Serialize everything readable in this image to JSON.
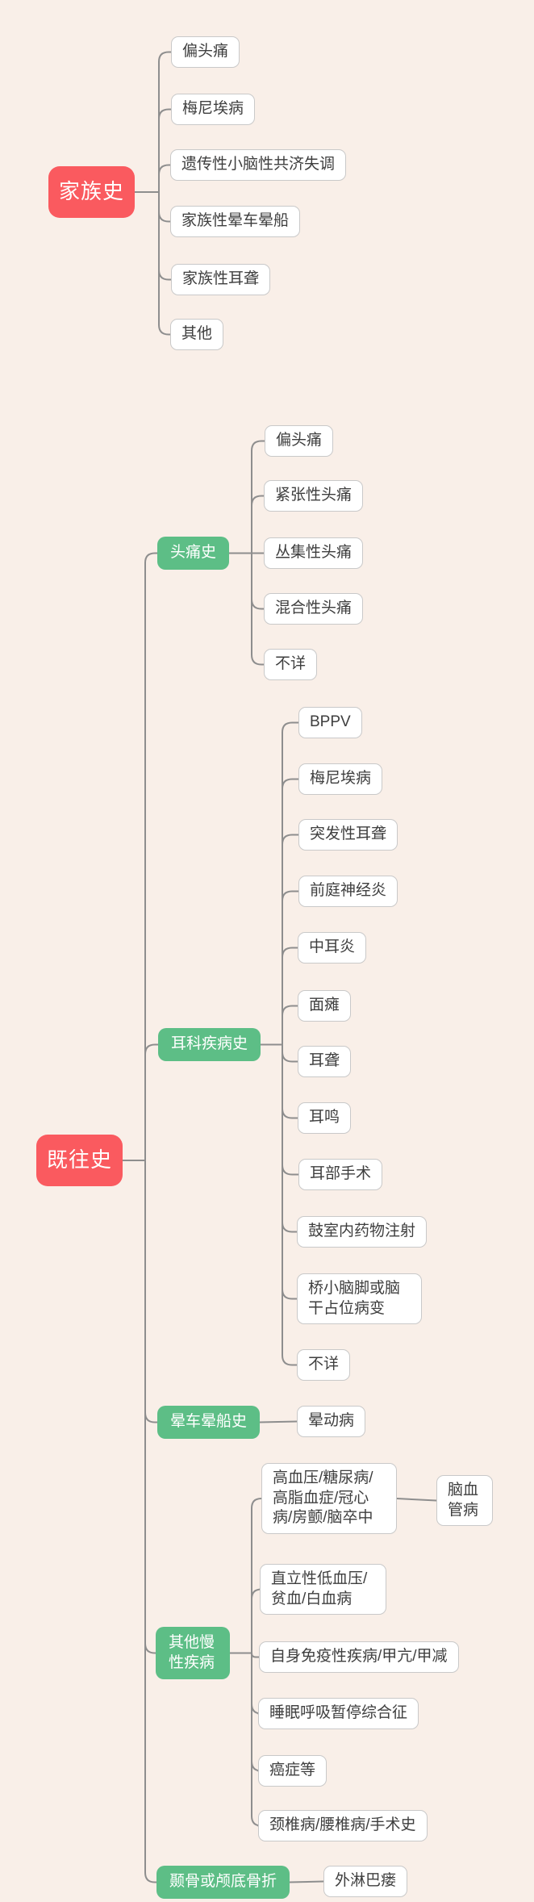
{
  "palette": {
    "canvas-bg": "#F9EFE8",
    "line-color": "#8E8E8E",
    "root-bg": "#FA5A5F",
    "root-text": "#FFFFFF",
    "branch-bg": "#5DBE86",
    "branch-text": "#FFFFFF",
    "leaf-bg": "#FFFFFF",
    "leaf-border": "#C9C9C9",
    "leaf-text": "#3E3E3E"
  },
  "family_history": {
    "label": "家族史",
    "children": [
      "偏头痛",
      "梅尼埃病",
      "遗传性小脑性共济失调",
      "家族性晕车晕船",
      "家族性耳聋",
      "其他"
    ]
  },
  "past_history": {
    "label": "既往史",
    "branches": [
      {
        "label": "头痛史",
        "children": [
          "偏头痛",
          "紧张性头痛",
          "丛集性头痛",
          "混合性头痛",
          "不详"
        ]
      },
      {
        "label": "耳科疾病史",
        "children": [
          "BPPV",
          "梅尼埃病",
          "突发性耳聋",
          "前庭神经炎",
          "中耳炎",
          "面瘫",
          "耳聋",
          "耳鸣",
          "耳部手术",
          "鼓室内药物注射",
          "桥小脑脚或脑干占位病变",
          "不详"
        ]
      },
      {
        "label": "晕车晕船史",
        "children": [
          "晕动病"
        ]
      },
      {
        "label": "其他慢性疾病",
        "children": [
          "高血压/糖尿病/高脂血症/冠心病/房颤/脑卒中",
          "直立性低血压/贫血/白血病",
          "自身免疫性疾病/甲亢/甲减",
          "睡眠呼吸暂停综合征",
          "癌症等",
          "颈椎病/腰椎病/手术史"
        ],
        "cerebrovascular": "脑血管病"
      },
      {
        "label": "颞骨或颅底骨折",
        "children": [
          "外淋巴瘘"
        ]
      }
    ]
  }
}
